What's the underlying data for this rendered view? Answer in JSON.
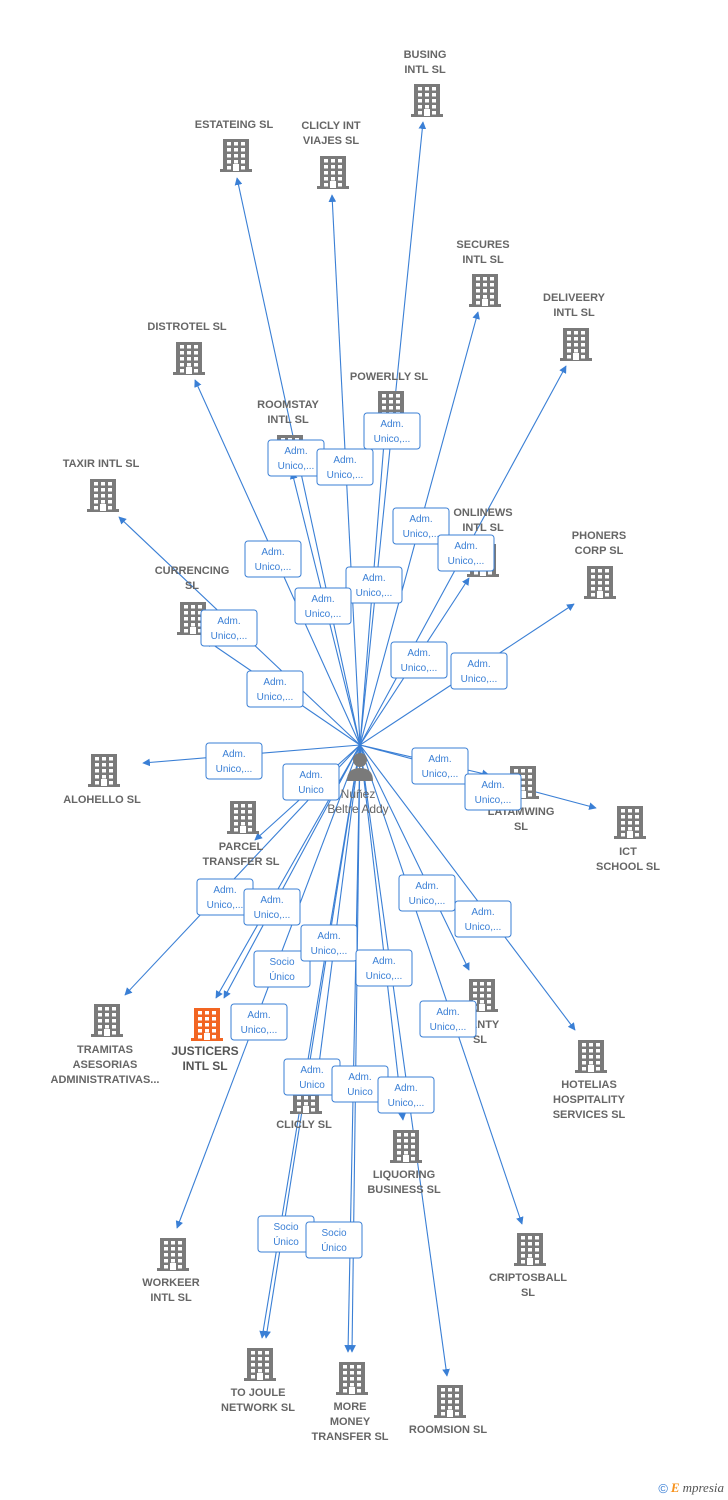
{
  "person": {
    "name_line1": "Nuñez",
    "name_line2": "Beltre Addy"
  },
  "colors": {
    "edge": "#3a7fd5",
    "building": "#7a7a7a",
    "focus_building": "#f26522"
  },
  "companies": [
    {
      "id": "busing",
      "lines": [
        "BUSING",
        "INTL  SL"
      ],
      "focus": false
    },
    {
      "id": "estateing",
      "lines": [
        "ESTATEING  SL"
      ],
      "focus": false
    },
    {
      "id": "clicly-int-viajes",
      "lines": [
        "CLICLY INT",
        "VIAJES  SL"
      ],
      "focus": false
    },
    {
      "id": "secures",
      "lines": [
        "SECURES",
        "INTL  SL"
      ],
      "focus": false
    },
    {
      "id": "deliveery",
      "lines": [
        "DELIVEERY",
        "INTL  SL"
      ],
      "focus": false
    },
    {
      "id": "distrotel",
      "lines": [
        "DISTROTEL  SL"
      ],
      "focus": false
    },
    {
      "id": "powerlly",
      "lines": [
        "POWERLLY  SL"
      ],
      "focus": false
    },
    {
      "id": "roomstay",
      "lines": [
        "ROOMSTAY",
        "INTL  SL"
      ],
      "focus": false
    },
    {
      "id": "taxir",
      "lines": [
        "TAXIR INTL  SL"
      ],
      "focus": false
    },
    {
      "id": "onlinews",
      "lines": [
        "ONLINEWS",
        "INTL  SL"
      ],
      "focus": false
    },
    {
      "id": "phoners",
      "lines": [
        "PHONERS",
        "CORP  SL"
      ],
      "focus": false
    },
    {
      "id": "currencing",
      "lines": [
        "CURRENCING",
        "SL"
      ],
      "focus": false
    },
    {
      "id": "alohello",
      "lines": [
        "ALOHELLO  SL"
      ],
      "focus": false
    },
    {
      "id": "latamwing",
      "lines": [
        "LATAMWING",
        "SL"
      ],
      "focus": false
    },
    {
      "id": "ict-school",
      "lines": [
        "ICT",
        "SCHOOL  SL"
      ],
      "focus": false
    },
    {
      "id": "parcel-transfer",
      "lines": [
        "PARCEL",
        "TRANSFER  SL"
      ],
      "focus": false
    },
    {
      "id": "tramitas",
      "lines": [
        "TRAMITAS",
        "ASESORIAS",
        "ADMINISTRATIVAS..."
      ],
      "focus": false
    },
    {
      "id": "justicers",
      "lines": [
        "JUSTICERS",
        "INTL  SL"
      ],
      "focus": true
    },
    {
      "id": "menty",
      "lines": [
        "MENTY",
        "SL"
      ],
      "focus": false
    },
    {
      "id": "hotelias",
      "lines": [
        "HOTELIAS",
        "HOSPITALITY",
        "SERVICES  SL"
      ],
      "focus": false
    },
    {
      "id": "clicly",
      "lines": [
        "CLICLY  SL"
      ],
      "focus": false
    },
    {
      "id": "liquoring",
      "lines": [
        "LIQUORING",
        "BUSINESS  SL"
      ],
      "focus": false
    },
    {
      "id": "workeer",
      "lines": [
        "WORKEER",
        "INTL  SL"
      ],
      "focus": false
    },
    {
      "id": "criptosball",
      "lines": [
        "CRIPTOSBALL",
        "SL"
      ],
      "focus": false
    },
    {
      "id": "to-joule",
      "lines": [
        "TO JOULE",
        "NETWORK  SL"
      ],
      "focus": false
    },
    {
      "id": "more-money",
      "lines": [
        "MORE",
        "MONEY",
        "TRANSFER  SL"
      ],
      "focus": false
    },
    {
      "id": "roomsion",
      "lines": [
        "ROOMSION  SL"
      ],
      "focus": false
    }
  ],
  "relations": [
    {
      "target": "busing",
      "lines": [
        "Adm.",
        "Unico,..."
      ]
    },
    {
      "target": "estateing",
      "lines": [
        "Adm.",
        "Unico,..."
      ]
    },
    {
      "target": "clicly-int-viajes",
      "lines": [
        "Adm.",
        "Unico,..."
      ]
    },
    {
      "target": "secures",
      "lines": [
        "Adm.",
        "Unico,..."
      ]
    },
    {
      "target": "deliveery",
      "lines": [
        "Adm.",
        "Unico,..."
      ]
    },
    {
      "target": "distrotel",
      "lines": [
        "Adm.",
        "Unico,..."
      ]
    },
    {
      "target": "powerlly",
      "lines": [
        "Adm.",
        "Unico,..."
      ]
    },
    {
      "target": "roomstay",
      "lines": [
        "Adm.",
        "Unico,..."
      ]
    },
    {
      "target": "taxir",
      "lines": [
        "Adm.",
        "Unico,..."
      ]
    },
    {
      "target": "onlinews",
      "lines": [
        "Adm.",
        "Unico,..."
      ]
    },
    {
      "target": "phoners",
      "lines": [
        "Adm.",
        "Unico,..."
      ]
    },
    {
      "target": "currencing",
      "lines": [
        "Adm.",
        "Unico,..."
      ]
    },
    {
      "target": "alohello",
      "lines": [
        "Adm.",
        "Unico,..."
      ]
    },
    {
      "target": "latamwing",
      "lines": [
        "Adm.",
        "Unico,..."
      ]
    },
    {
      "target": "ict-school",
      "lines": [
        "Adm.",
        "Unico,..."
      ]
    },
    {
      "target": "parcel-transfer",
      "lines": [
        "Adm.",
        "Unico"
      ]
    },
    {
      "target": "tramitas",
      "lines": [
        "Adm.",
        "Unico,..."
      ]
    },
    {
      "target": "justicers",
      "lines": [
        "Adm.",
        "Unico,..."
      ]
    },
    {
      "target": "justicers",
      "lines": [
        "Socio",
        "Único"
      ]
    },
    {
      "target": "menty",
      "lines": [
        "Adm.",
        "Unico,..."
      ]
    },
    {
      "target": "hotelias",
      "lines": [
        "Adm.",
        "Unico,..."
      ]
    },
    {
      "target": "clicly",
      "lines": [
        "Adm.",
        "Unico,..."
      ]
    },
    {
      "target": "liquoring",
      "lines": [
        "Adm.",
        "Unico,..."
      ]
    },
    {
      "target": "workeer",
      "lines": [
        "Adm.",
        "Unico,..."
      ]
    },
    {
      "target": "criptosball",
      "lines": [
        "Adm.",
        "Unico,..."
      ]
    },
    {
      "target": "to-joule",
      "lines": [
        "Adm.",
        "Unico"
      ]
    },
    {
      "target": "to-joule",
      "lines": [
        "Socio",
        "Único"
      ]
    },
    {
      "target": "more-money",
      "lines": [
        "Adm.",
        "Unico"
      ]
    },
    {
      "target": "more-money",
      "lines": [
        "Socio",
        "Único"
      ]
    },
    {
      "target": "roomsion",
      "lines": [
        "Adm.",
        "Unico,..."
      ]
    }
  ],
  "brand": {
    "copyright": "©",
    "initial": "E",
    "rest": "mpresia"
  }
}
